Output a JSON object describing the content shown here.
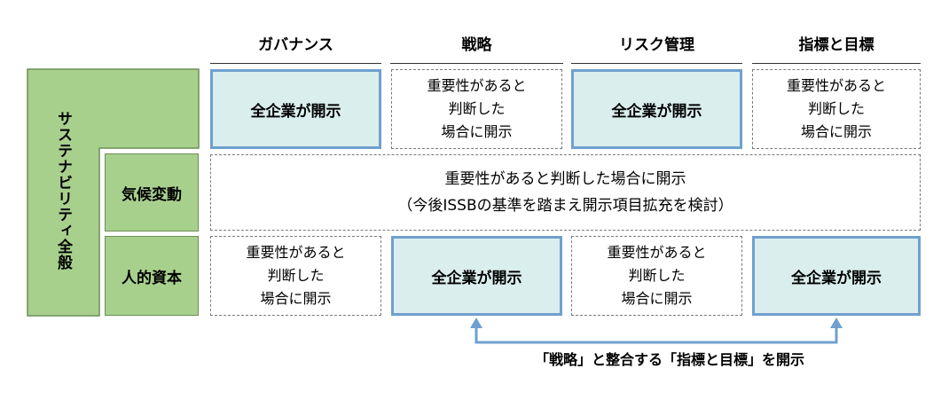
{
  "columns": [
    "ガバナンス",
    "戦略",
    "リスク管理",
    "指標と目標"
  ],
  "rows": {
    "sustainability_overall": "サステナビリティ全般",
    "climate_change": "気候変動",
    "human_capital": "人的資本"
  },
  "cells": {
    "all_disclose": "全企業が開示",
    "material_line1": "重要性があると",
    "material_line2": "判断した",
    "material_line3": "場合に開示",
    "climate_line1": "重要性があると判断した場合に開示",
    "climate_line2": "（今後ISSBの基準を踏まえ開示項目拡充を検討）"
  },
  "annotation": "「戦略」と整合する「指標と目標」を開示",
  "colors": {
    "row_header_fill": "#a8d08d",
    "highlight_fill": "#daeeed",
    "highlight_border": "#6fa0d0",
    "arrow": "#6fa0d0"
  }
}
